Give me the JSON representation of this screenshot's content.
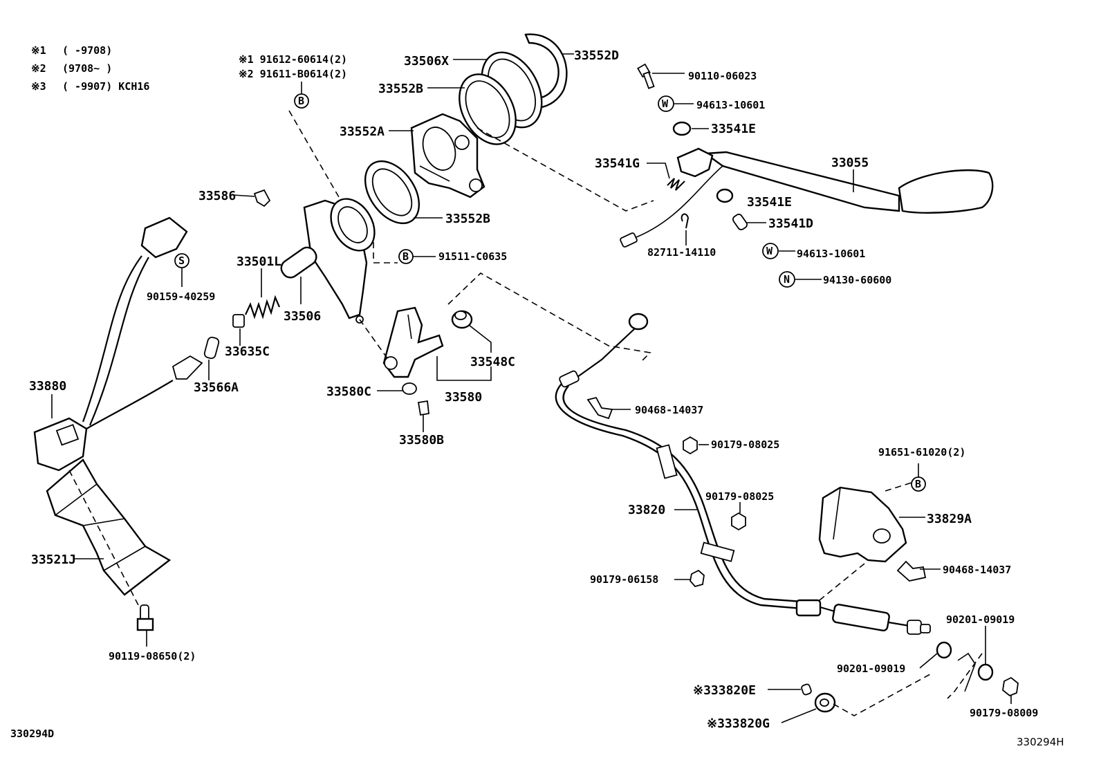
{
  "notes": [
    {
      "mark": "※1",
      "text": "(      -9708)"
    },
    {
      "mark": "※2",
      "text": "(9708~      )"
    },
    {
      "mark": "※3",
      "text": "(      -9907) KCH16"
    }
  ],
  "symbols": {
    "b": "B",
    "s": "S",
    "w": "W",
    "n": "N"
  },
  "bolt_notes": {
    "n1": "※1 91612-60614(2)",
    "n2": "※2 91611-B0614(2)"
  },
  "parts": {
    "p33506X": "33506X",
    "p33552D": "33552D",
    "p33552B_top": "33552B",
    "p33552A": "33552A",
    "p33552B_low": "33552B",
    "p33586": "33586",
    "p33501L": "33501L",
    "p33506": "33506",
    "p33635C": "33635C",
    "p33566A": "33566A",
    "p33880": "33880",
    "p33521J": "33521J",
    "p90119": "90119-08650(2)",
    "p90159": "90159-40259",
    "p91511": "91511-C0635",
    "p33548C": "33548C",
    "p33580C": "33580C",
    "p33580": "33580",
    "p33580B": "33580B",
    "p90110": "90110-06023",
    "p94613_a": "94613-10601",
    "p33541E_a": "33541E",
    "p33541G": "33541G",
    "p33055": "33055",
    "p33541E_b": "33541E",
    "p33541D": "33541D",
    "p82711": "82711-14110",
    "p94613_b": "94613-10601",
    "p94130": "94130-60600",
    "p90468_a": "90468-14037",
    "p90179_a": "90179-08025",
    "p91651": "91651-61020(2)",
    "p90179_b": "90179-08025",
    "p33820": "33820",
    "p33829A": "33829A",
    "p90468_b": "90468-14037",
    "p90179_06158": "90179-06158",
    "p90201_a": "90201-09019",
    "p90201_b": "90201-09019",
    "p33820E": "※333820E",
    "p33820G": "※333820G",
    "p90179_08009": "90179-08009"
  },
  "footer": {
    "left_code": "330294D",
    "right_code": "330294H"
  }
}
